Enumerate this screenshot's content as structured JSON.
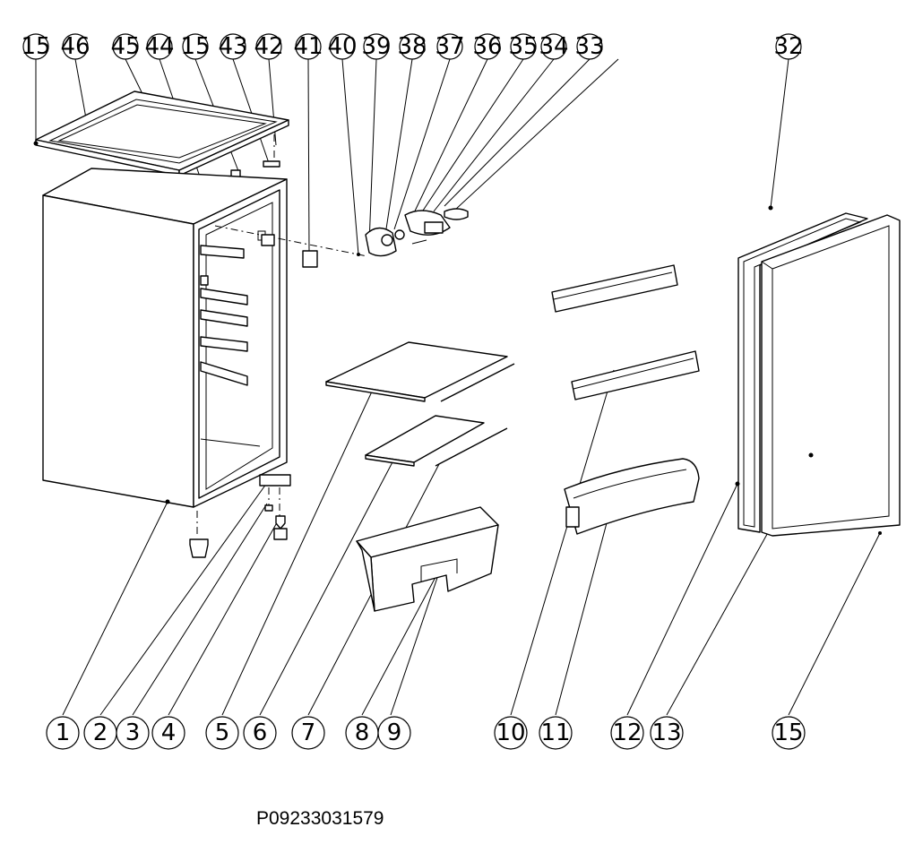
{
  "model_code": "P09233031579",
  "callouts": {
    "c15a": "15",
    "c46": "46",
    "c45": "45",
    "c44": "44",
    "c15b": "15",
    "c43": "43",
    "c42": "42",
    "c41": "41",
    "c40": "40",
    "c39": "39",
    "c38": "38",
    "c37": "37",
    "c36": "36",
    "c35": "35",
    "c34": "34",
    "c33": "33",
    "c32": "32",
    "c1": "1",
    "c2": "2",
    "c3": "3",
    "c4": "4",
    "c5": "5",
    "c6": "6",
    "c7": "7",
    "c8": "8",
    "c9": "9",
    "c10": "10",
    "c11": "11",
    "c12": "12",
    "c13": "13",
    "c15c": "15"
  }
}
